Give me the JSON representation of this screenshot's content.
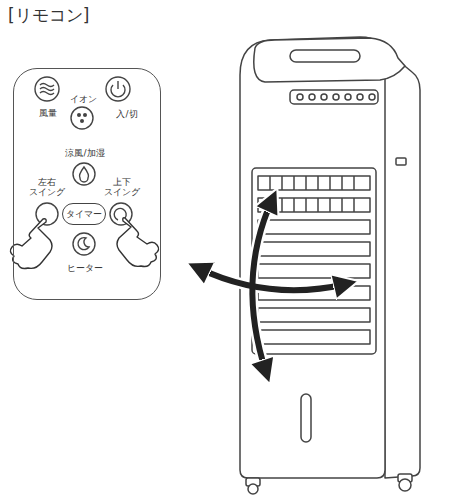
{
  "diagram": {
    "title": "[リモコン]",
    "nodes": [
      {
        "text": [
          "風量",
          "イオン",
          "入/切",
          "涼風/加湿",
          "左右 スイング",
          "上下 スイング",
          "ヒーター"
        ]
      },
      {
        "text": [
          "タイマー"
        ],
        "in": 0
      }
    ]
  }
}
